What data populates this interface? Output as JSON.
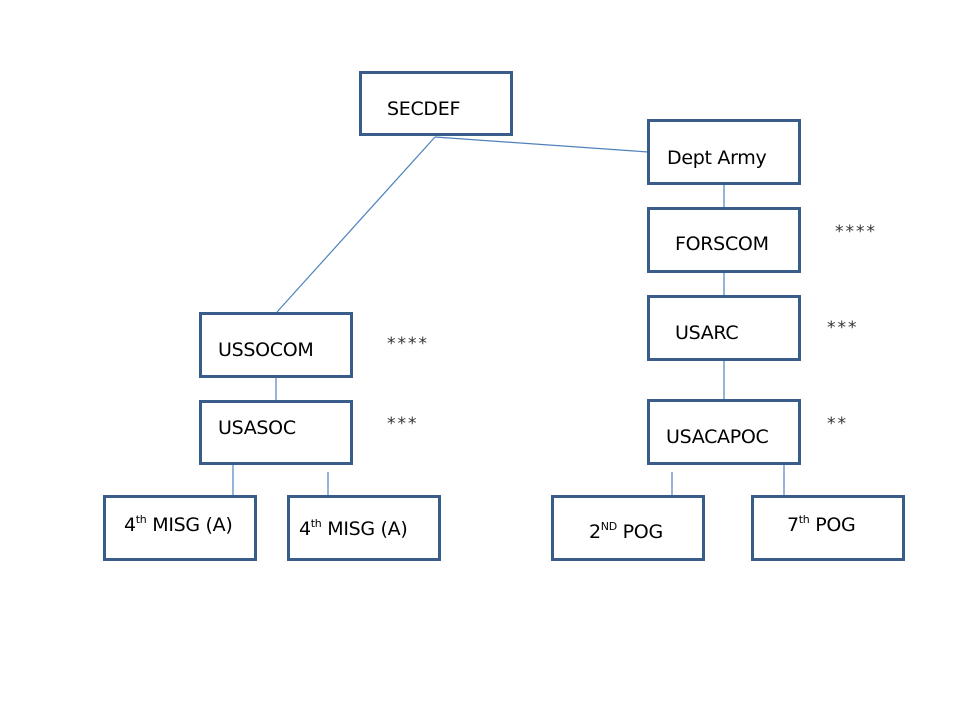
{
  "diagram": {
    "title": "",
    "colors": {
      "box_border": "#385D8A",
      "connector": "#4F81BD",
      "text": "#000000"
    },
    "nodes": {
      "secdef": {
        "label": "SECDEF"
      },
      "deptarmy": {
        "label": "Dept Army"
      },
      "forscom": {
        "label": "FORSCOM",
        "rank": "****"
      },
      "usarc": {
        "label": "USARC",
        "rank": "***"
      },
      "usacapoc": {
        "label": "USACAPOC",
        "rank": "**"
      },
      "pog2": {
        "num": "2",
        "sup": "ND",
        "label": " POG"
      },
      "pog7": {
        "num": "7",
        "sup": "th",
        "label": " POG"
      },
      "ussocom": {
        "label": "USSOCOM",
        "rank": "****"
      },
      "usasoc": {
        "label": "USASOC",
        "rank": "***"
      },
      "misg1": {
        "num": "4",
        "sup": "th",
        "label": " MISG (A)"
      },
      "misg2": {
        "num": "4",
        "sup": "th",
        "label": " MISG (A)"
      }
    },
    "edges": [
      {
        "from": "SECDEF",
        "to": "Dept Army"
      },
      {
        "from": "SECDEF",
        "to": "USSOCOM"
      },
      {
        "from": "Dept Army",
        "to": "FORSCOM"
      },
      {
        "from": "FORSCOM",
        "to": "USARC"
      },
      {
        "from": "USARC",
        "to": "USACAPOC"
      },
      {
        "from": "USACAPOC",
        "to": "2ND POG"
      },
      {
        "from": "USACAPOC",
        "to": "7th POG"
      },
      {
        "from": "USSOCOM",
        "to": "USASOC"
      },
      {
        "from": "USASOC",
        "to": "4th MISG (A)"
      },
      {
        "from": "USASOC",
        "to": "4th MISG (A)"
      }
    ]
  }
}
